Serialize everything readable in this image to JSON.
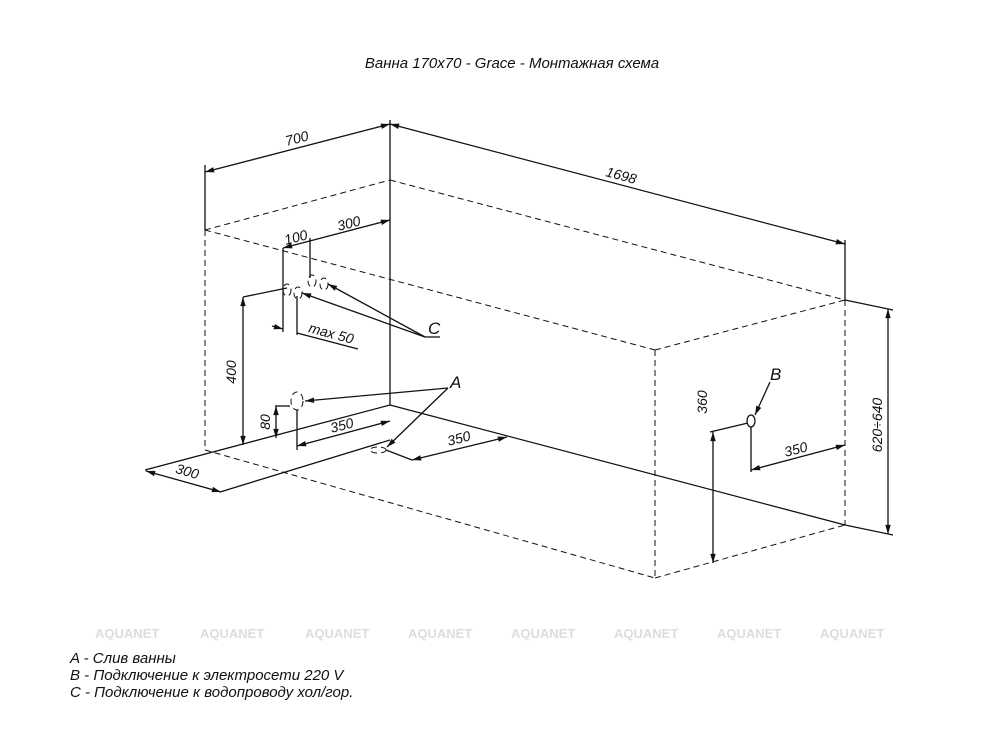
{
  "title": "Ванна 170x70 - Grace - Монтажная схема",
  "dimensions": {
    "width": "700",
    "length": "1698",
    "c_offset": "300",
    "c_spacing": "100",
    "c_max": "max  50",
    "c_height": "400",
    "a_height": "80",
    "a_offset": "350",
    "a_floor_offset": "350",
    "floor_front": "300",
    "b_height": "360",
    "b_offset": "350",
    "total_height": "620÷640"
  },
  "markers": {
    "a": "A",
    "b": "B",
    "c": "C"
  },
  "legend": [
    "A - Слив ванны",
    "B - Подключение к электросети 220 V",
    "C - Подключение к водопроводу хол/гор."
  ],
  "watermark": "AQUANET"
}
